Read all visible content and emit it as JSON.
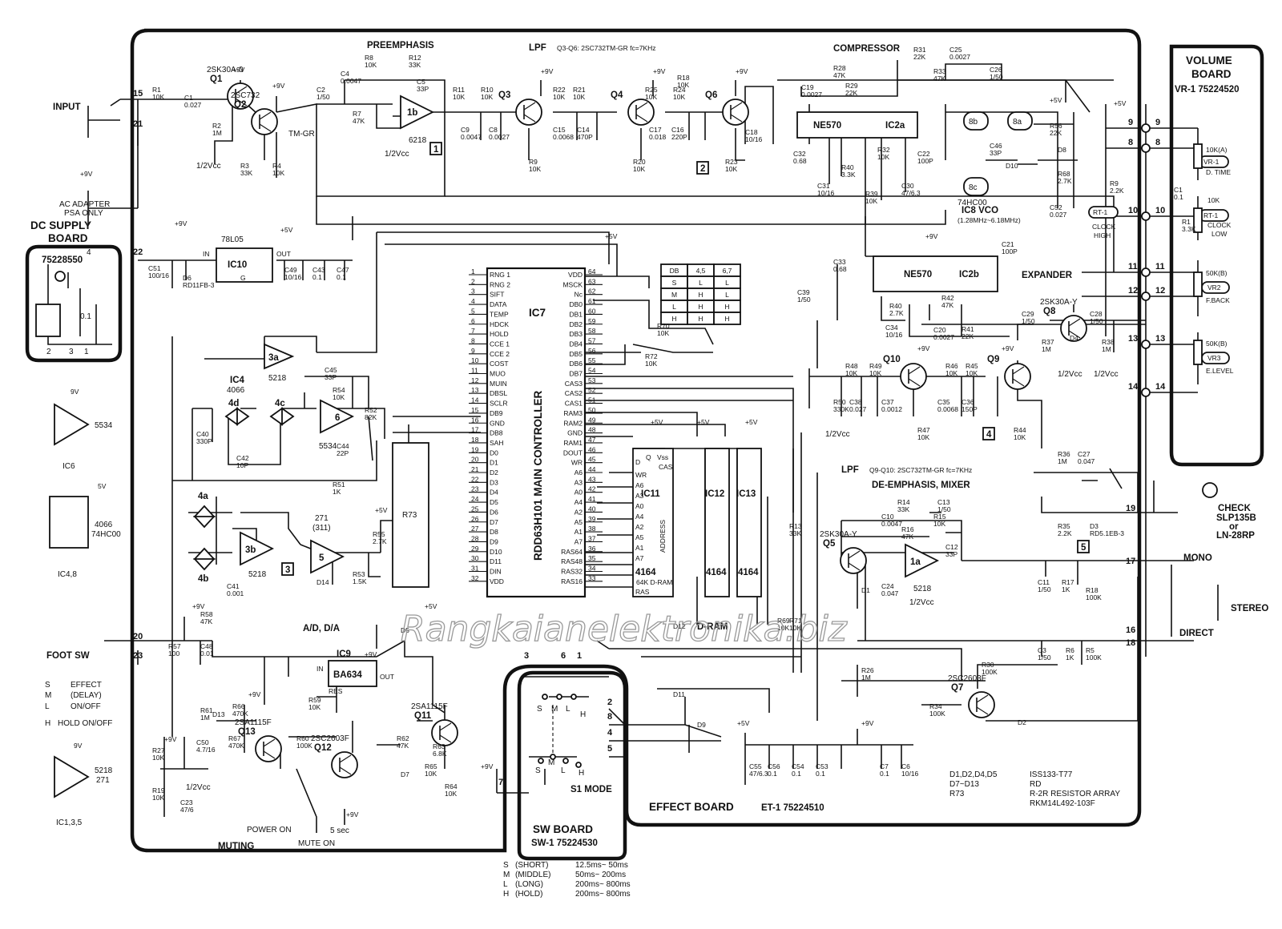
{
  "sections": {
    "preemphasis": "PREEMPHASIS",
    "lpf1": "LPF",
    "lpf1_note": "Q3-Q6: 2SC732TM-GR fc=7KHz",
    "compressor": "COMPRESSOR",
    "expander": "EXPANDER",
    "lpf2": "LPF",
    "lpf2_note": "Q9-Q10: 2SC732TM-GR fc=7KHz",
    "deemph": "DE-EMPHASIS, MIXER",
    "adda": "A/D, D/A",
    "muting": "MUTING",
    "dram": "D-RAM",
    "vco": "IC8 VCO",
    "vco_range": "(1.28MHz~6.18MHz)"
  },
  "boards": {
    "volume": {
      "title1": "VOLUME",
      "title2": "BOARD",
      "code": "VR-1 75224520"
    },
    "dc": {
      "title1": "DC SUPPLY",
      "title2": "BOARD",
      "code": "75228550",
      "note1": "AC ADAPTER",
      "note2": "PSA ONLY"
    },
    "sw": {
      "title": "SW BOARD",
      "code": "SW-1 75224530"
    },
    "effect": {
      "title": "EFFECT BOARD",
      "code": "ET-1 75224510"
    }
  },
  "io": {
    "input": "INPUT",
    "foot_sw": "FOOT SW",
    "mono": "MONO",
    "stereo": "STEREO",
    "direct": "DIRECT",
    "power_on": "POWER ON",
    "mute_on": "MUTE ON",
    "five_sec": "5 sec",
    "s1_mode": "S1 MODE",
    "check_led": "CHECK",
    "check_led2": "SLP135B",
    "check_led3": "or",
    "check_led4": "LN-28RP"
  },
  "ics": {
    "ic7_label": "IC7",
    "ic7_name": "RDD63H101 MAIN CONTROLLER",
    "ic10": "IC10",
    "ic10_type": "78L05",
    "ic2a": "IC2a",
    "ic2a_type": "NE570",
    "ic2b": "IC2b",
    "ic2b_type": "NE570",
    "ic9": "IC9",
    "ic9_type": "BA634",
    "ic11": "IC11",
    "ic12": "IC12",
    "ic13": "IC13",
    "ic11_type": "4164",
    "ic11_sub": "64K  D-RAM",
    "ic12_type": "4164",
    "ic13_type": "4164",
    "r73": "R73",
    "ic4": "IC4",
    "ic4_type": "4066"
  },
  "ic7_left_pins": [
    "RNG 1",
    "RNG 2",
    "SIFT",
    "DATA",
    "TEMP",
    "HDCK",
    "HOLD",
    "CCE 1",
    "CCE 2",
    "COST",
    "MUO",
    "MUIN",
    "DBSL",
    "SCLR",
    "DB9",
    "GND",
    "DB8",
    "SAH",
    "D0",
    "D1",
    "D2",
    "D3",
    "D4",
    "D5",
    "D6",
    "D7",
    "D8",
    "D9",
    "D10",
    "D11",
    "DIN",
    "VDD"
  ],
  "ic7_right_pins": [
    "VDD",
    "MSCK",
    "Nc",
    "DB0",
    "DB1",
    "DB2",
    "DB3",
    "DB4",
    "DB5",
    "DB6",
    "DB7",
    "CAS3",
    "CAS2",
    "CAS1",
    "RAM3",
    "RAM2",
    "GND",
    "RAM1",
    "DOUT",
    "WR",
    "A6",
    "A3",
    "A0",
    "A4",
    "A2",
    "A5",
    "A1",
    "A7",
    "RAS64",
    "RAS48",
    "RAS32",
    "RAS16"
  ],
  "ic7_left_nums": [
    "1",
    "2",
    "3",
    "4",
    "5",
    "6",
    "7",
    "8",
    "9",
    "10",
    "11",
    "12",
    "13",
    "14",
    "15",
    "16",
    "17",
    "18",
    "19",
    "20",
    "21",
    "22",
    "23",
    "24",
    "25",
    "26",
    "27",
    "28",
    "29",
    "30",
    "31",
    "32"
  ],
  "ic7_right_nums": [
    "64",
    "63",
    "62",
    "61",
    "60",
    "59",
    "58",
    "57",
    "56",
    "55",
    "54",
    "53",
    "52",
    "51",
    "50",
    "49",
    "48",
    "47",
    "46",
    "45",
    "44",
    "43",
    "42",
    "41",
    "40",
    "39",
    "38",
    "37",
    "36",
    "35",
    "34",
    "33"
  ],
  "ic11_pins": [
    "D",
    "Q",
    "WR",
    "A6",
    "A3",
    "A0",
    "A4",
    "A2",
    "A5",
    "A1",
    "A7",
    "RAS",
    "Vss",
    "CAS",
    "ADDRESS"
  ],
  "db_table": {
    "header": [
      "DB",
      "4,5",
      "6,7"
    ],
    "rows": [
      [
        "S",
        "L",
        "L"
      ],
      [
        "M",
        "H",
        "L"
      ],
      [
        "L",
        "H",
        "H"
      ],
      [
        "H",
        "H",
        "H"
      ]
    ]
  },
  "transistors": [
    {
      "id": "Q1",
      "type": "2SK30A-0"
    },
    {
      "id": "Q2",
      "type": "2SC732"
    },
    {
      "id": "Q3",
      "type": ""
    },
    {
      "id": "Q4",
      "type": ""
    },
    {
      "id": "Q5",
      "type": "2SK30A-Y"
    },
    {
      "id": "Q6",
      "type": ""
    },
    {
      "id": "Q7",
      "type": "2SC2603F"
    },
    {
      "id": "Q8",
      "type": "2SK30A-Y"
    },
    {
      "id": "Q9",
      "type": ""
    },
    {
      "id": "Q10",
      "type": ""
    },
    {
      "id": "Q11",
      "type": "2SA1115F"
    },
    {
      "id": "Q12",
      "type": "2SC2603F"
    },
    {
      "id": "Q13",
      "type": "2SA1115F"
    }
  ],
  "misc": {
    "tm_gr": "TM-GR",
    "vcc_half": "1/2Vcc",
    "v9": "+9V",
    "v5": "+5V",
    "in_lbl": "IN",
    "out_lbl": "OUT",
    "g_lbl": "G",
    "res_lbl": "RES",
    "clock_high": "CLOCK",
    "clock_high2": "HIGH",
    "clock_low": "CLOCK",
    "clock_low2": "LOW",
    "d_time": "D. TIME",
    "f_back": "F.BACK",
    "e_level": "E.LEVEL",
    "vr1": "VR-1",
    "rt1": "RT-1",
    "vr2": "VR2",
    "vr3": "VR3",
    "vr1_val": "10K(A)",
    "rt1_val": "10K",
    "vr2_val": "50K(B)",
    "vr3_val": "50K(B)",
    "gate_74hc00": "74HC00"
  },
  "legend_left": [
    {
      "k": "S",
      "v": "EFFECT"
    },
    {
      "k": "M",
      "v": "(DELAY)"
    },
    {
      "k": "L",
      "v": "ON/OFF"
    },
    {
      "k": "H",
      "v": "HOLD ON/OFF"
    }
  ],
  "opamp_keys": [
    {
      "name": "5534",
      "ic": "IC6",
      "v": "9V"
    },
    {
      "name": "4066",
      "name2": "74HC00",
      "ic": "IC4,8",
      "v": "5V"
    },
    {
      "name": "5218",
      "name2": "271",
      "ic": "IC1,3,5",
      "v": "9V"
    }
  ],
  "notes": [
    {
      "a": "D1,D2,D4,D5",
      "b": "ISS133-T77"
    },
    {
      "a": "D7~D13",
      "b": "RD"
    },
    {
      "a": "R73",
      "b": "R-2R RESISTOR ARRAY"
    },
    {
      "a": "",
      "b": "RKM14L492-103F"
    }
  ],
  "timings": [
    {
      "k": "S",
      "n": "(SHORT)",
      "v": "12.5ms~  50ms"
    },
    {
      "k": "M",
      "n": "(MIDDLE)",
      "v": "50ms~ 200ms"
    },
    {
      "k": "L",
      "n": "(LONG)",
      "v": "200ms~ 800ms"
    },
    {
      "k": "H",
      "n": "(HOLD)",
      "v": "200ms~ 800ms"
    }
  ],
  "parts": [
    [
      "R1",
      "10K"
    ],
    [
      "C1",
      "0.027"
    ],
    [
      "R2",
      "1M"
    ],
    [
      "R3",
      "33K"
    ],
    [
      "R4",
      "10K"
    ],
    [
      "C2",
      "1/50"
    ],
    [
      "C4",
      "0.0047"
    ],
    [
      "R8",
      "10K"
    ],
    [
      "R12",
      "33K"
    ],
    [
      "C5",
      "33P"
    ],
    [
      "R7",
      "47K"
    ],
    [
      "R11",
      "10K"
    ],
    [
      "R10",
      "10K"
    ],
    [
      "C9",
      "0.0047"
    ],
    [
      "C8",
      "0.0027"
    ],
    [
      "R9",
      "10K"
    ],
    [
      "R22",
      "10K"
    ],
    [
      "R21",
      "10K"
    ],
    [
      "C15",
      "0.0068"
    ],
    [
      "C14",
      "470P"
    ],
    [
      "R20",
      "10K"
    ],
    [
      "R25",
      "10K"
    ],
    [
      "R24",
      "10K"
    ],
    [
      "R18",
      "10K"
    ],
    [
      "C17",
      "0.018"
    ],
    [
      "C16",
      "220P"
    ],
    [
      "C18",
      "10/16"
    ],
    [
      "R23",
      "10K"
    ],
    [
      "R28",
      "47K"
    ],
    [
      "R29",
      "22K"
    ],
    [
      "C19",
      "0.0027"
    ],
    [
      "R31",
      "22K"
    ],
    [
      "C25",
      "0.0027"
    ],
    [
      "R33",
      "47K"
    ],
    [
      "C26",
      "1/50"
    ],
    [
      "C32",
      "0.68"
    ],
    [
      "R40",
      "3.3K"
    ],
    [
      "C31",
      "10/16"
    ],
    [
      "R32",
      "10K"
    ],
    [
      "R39",
      "10K"
    ],
    [
      "C30",
      "47/6.3"
    ],
    [
      "C22",
      "100P"
    ],
    [
      "C46",
      "33P"
    ],
    [
      "R56",
      "22K"
    ],
    [
      "R68",
      "2.7K"
    ],
    [
      "C52",
      "0.027"
    ],
    [
      "D8",
      ""
    ],
    [
      "D10",
      ""
    ],
    [
      "C51",
      "100/16"
    ],
    [
      "D6",
      "RD11FB-3"
    ],
    [
      "C49",
      "10/16"
    ],
    [
      "C43",
      "0.1"
    ],
    [
      "C47",
      "0.1"
    ],
    [
      "C33",
      "0.68"
    ],
    [
      "C21",
      "100P"
    ],
    [
      "R40",
      "2.7K"
    ],
    [
      "R42",
      "47K"
    ],
    [
      "C34",
      "10/16"
    ],
    [
      "C20",
      "0.0027"
    ],
    [
      "R41",
      "22K"
    ],
    [
      "C39",
      "1/50"
    ],
    [
      "C29",
      "1/50"
    ],
    [
      "C28",
      "1/50"
    ],
    [
      "R37",
      "1M"
    ],
    [
      "R38",
      "1M"
    ],
    [
      "D4",
      ""
    ],
    [
      "R48",
      "10K"
    ],
    [
      "R49",
      "10K"
    ],
    [
      "R46",
      "10K"
    ],
    [
      "R45",
      "10K"
    ],
    [
      "R50",
      "330K"
    ],
    [
      "C38",
      "0.027"
    ],
    [
      "C37",
      "0.0012"
    ],
    [
      "C35",
      "0.0068"
    ],
    [
      "C36",
      "150P"
    ],
    [
      "R47",
      "10K"
    ],
    [
      "R44",
      "10K"
    ],
    [
      "R70",
      "10K"
    ],
    [
      "R72",
      "10K"
    ],
    [
      "C45",
      "33P"
    ],
    [
      "R54",
      "10K"
    ],
    [
      "R52",
      "82K"
    ],
    [
      "C40",
      "330P"
    ],
    [
      "C42",
      "10P"
    ],
    [
      "C44",
      "22P"
    ],
    [
      "R51",
      "1K"
    ],
    [
      "C41",
      "0.001"
    ],
    [
      "R55",
      "2.7K"
    ],
    [
      "R53",
      "1.5K"
    ],
    [
      "D14",
      ""
    ],
    [
      "R36",
      "1M"
    ],
    [
      "C27",
      "0.047"
    ],
    [
      "R35",
      "2.2K"
    ],
    [
      "D3",
      "RD5.1EB-3"
    ],
    [
      "R14",
      "33K"
    ],
    [
      "C13",
      "1/50"
    ],
    [
      "R15",
      "10K"
    ],
    [
      "C10",
      "0.0047"
    ],
    [
      "R16",
      "47K"
    ],
    [
      "C12",
      "33P"
    ],
    [
      "C11",
      "1/50"
    ],
    [
      "R17",
      "1K"
    ],
    [
      "R18",
      "100K"
    ],
    [
      "C24",
      "0.047"
    ],
    [
      "D1",
      ""
    ],
    [
      "C3",
      "1/50"
    ],
    [
      "R6",
      "1K"
    ],
    [
      "R5",
      "100K"
    ],
    [
      "R13",
      "33K"
    ],
    [
      "R69",
      "10K"
    ],
    [
      "R71",
      "10K"
    ],
    [
      "R26",
      "1M"
    ],
    [
      "R30",
      "100K"
    ],
    [
      "R34",
      "100K"
    ],
    [
      "D2",
      ""
    ],
    [
      "R58",
      "47K"
    ],
    [
      "R57",
      "100"
    ],
    [
      "C48",
      "0.01"
    ],
    [
      "D5",
      ""
    ],
    [
      "R59",
      "10K"
    ],
    [
      "R61",
      "1M"
    ],
    [
      "D13",
      ""
    ],
    [
      "R66",
      "470K"
    ],
    [
      "R67",
      "470K"
    ],
    [
      "C50",
      "4.7/16"
    ],
    [
      "R60",
      "100K"
    ],
    [
      "R62",
      "47K"
    ],
    [
      "R63",
      "6.8K"
    ],
    [
      "R64",
      "10K"
    ],
    [
      "R65",
      "10K"
    ],
    [
      "D7",
      ""
    ],
    [
      "R27",
      "10K"
    ],
    [
      "R19",
      "10K"
    ],
    [
      "C23",
      "47/6"
    ],
    [
      "D11",
      ""
    ],
    [
      "D9",
      ""
    ],
    [
      "D12",
      ""
    ],
    [
      "C55",
      "47/6.3"
    ],
    [
      "C56",
      "0.1"
    ],
    [
      "C54",
      "0.1"
    ],
    [
      "C53",
      "0.1"
    ],
    [
      "C7",
      "0.1"
    ],
    [
      "C6",
      "10/16"
    ],
    [
      "C1",
      "0.1"
    ],
    [
      "R1",
      "3.3K"
    ],
    [
      "R9",
      "2.2K"
    ]
  ],
  "watermark": "Rangkaianelektronika.biz"
}
